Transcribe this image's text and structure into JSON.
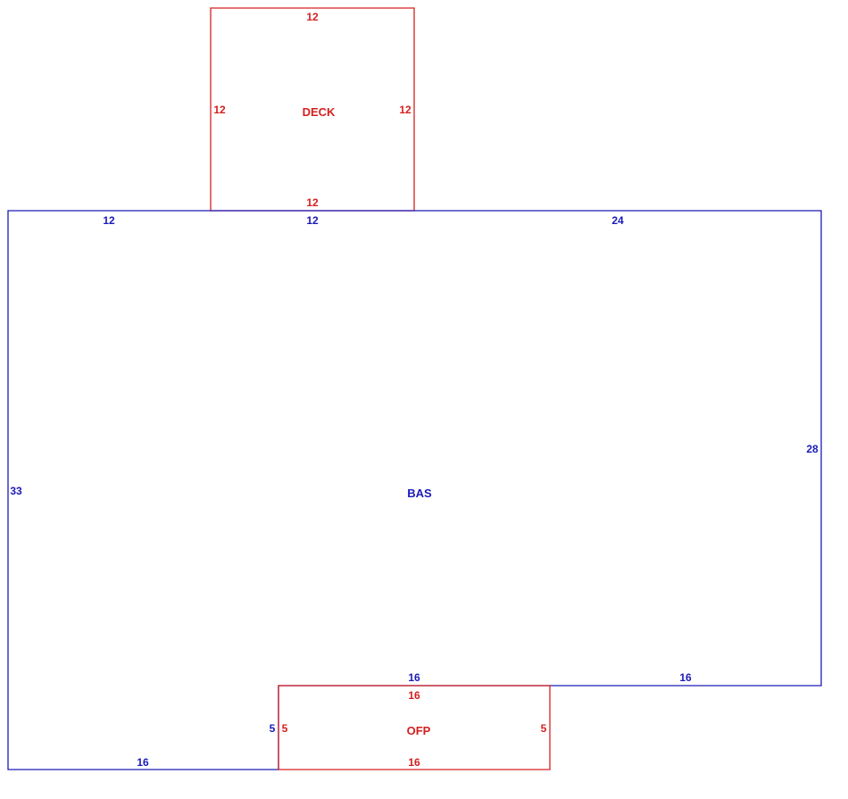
{
  "colors": {
    "main_area": "#1a1ab8",
    "sub_area": "#d42020",
    "background": "#ffffff"
  },
  "areas": {
    "deck": {
      "name": "DECK",
      "dims": {
        "top": "12",
        "left": "12",
        "right": "12",
        "bottom": "12"
      }
    },
    "bas": {
      "name": "BAS",
      "dims": {
        "top_left": "12",
        "top_mid": "12",
        "top_right": "24",
        "right": "28",
        "left": "33",
        "bottom_mid": "16",
        "bottom_right": "16",
        "bottom_left": "16",
        "notch_side": "5"
      }
    },
    "ofp": {
      "name": "OFP",
      "dims": {
        "top": "16",
        "left": "5",
        "right": "5",
        "bottom": "16"
      }
    }
  }
}
